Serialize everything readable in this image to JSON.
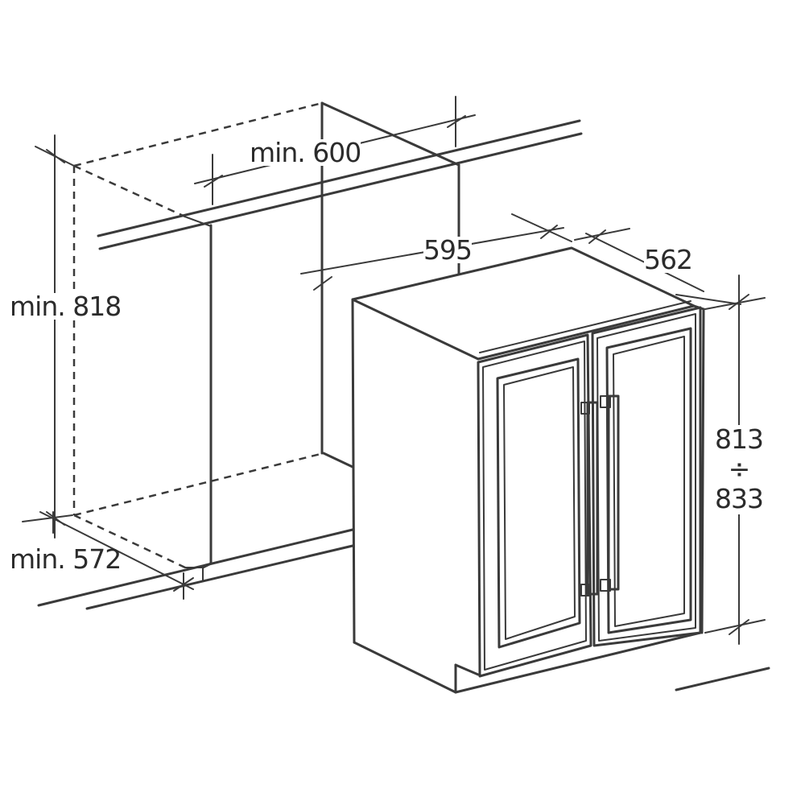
{
  "diagram": {
    "labels": {
      "min_width": "min. 600",
      "min_height": "min. 818",
      "min_depth": "min. 572",
      "width": "595",
      "depth": "562",
      "height_min": "813",
      "height_separator": "÷",
      "height_max": "833"
    },
    "colors": {
      "line": "#3a3a3a",
      "text": "#2b2b2b",
      "background": "#ffffff"
    }
  }
}
